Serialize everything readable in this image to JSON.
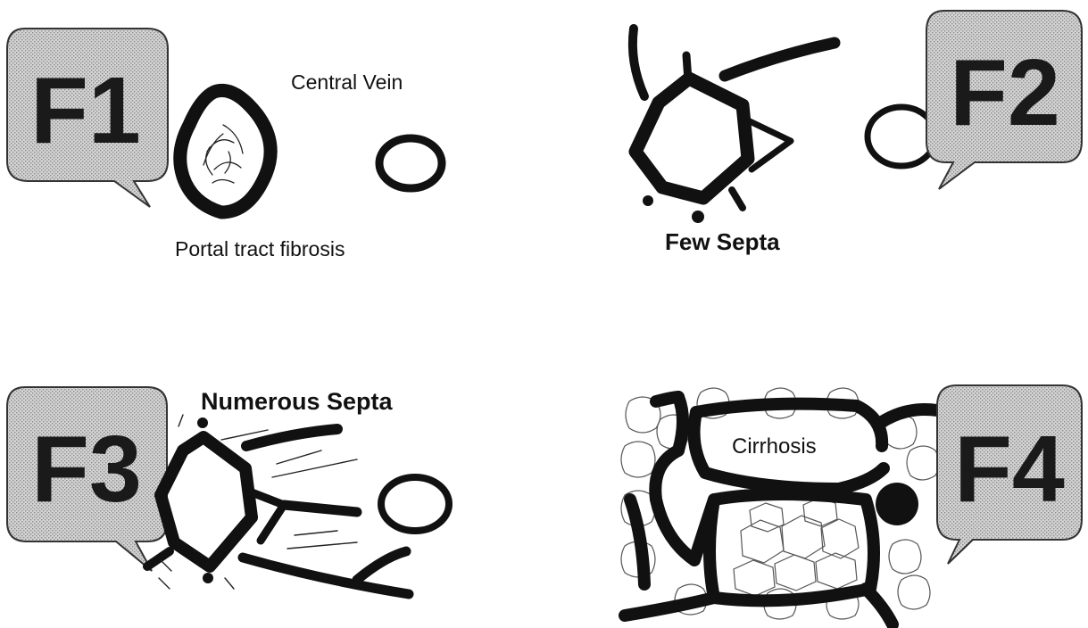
{
  "panels": {
    "f1": {
      "stage": "F1",
      "labels": {
        "central_vein": "Central Vein",
        "portal_tract": "Portal tract fibrosis"
      }
    },
    "f2": {
      "stage": "F2",
      "labels": {
        "few_septa": "Few Septa"
      }
    },
    "f3": {
      "stage": "F3",
      "labels": {
        "numerous_septa": "Numerous Septa"
      }
    },
    "f4": {
      "stage": "F4",
      "labels": {
        "cirrhosis": "Cirrhosis"
      }
    }
  },
  "colors": {
    "ink": "#111111",
    "bubble_fill": "#c8c8c8",
    "bubble_stroke": "#333333",
    "background": "#ffffff"
  }
}
